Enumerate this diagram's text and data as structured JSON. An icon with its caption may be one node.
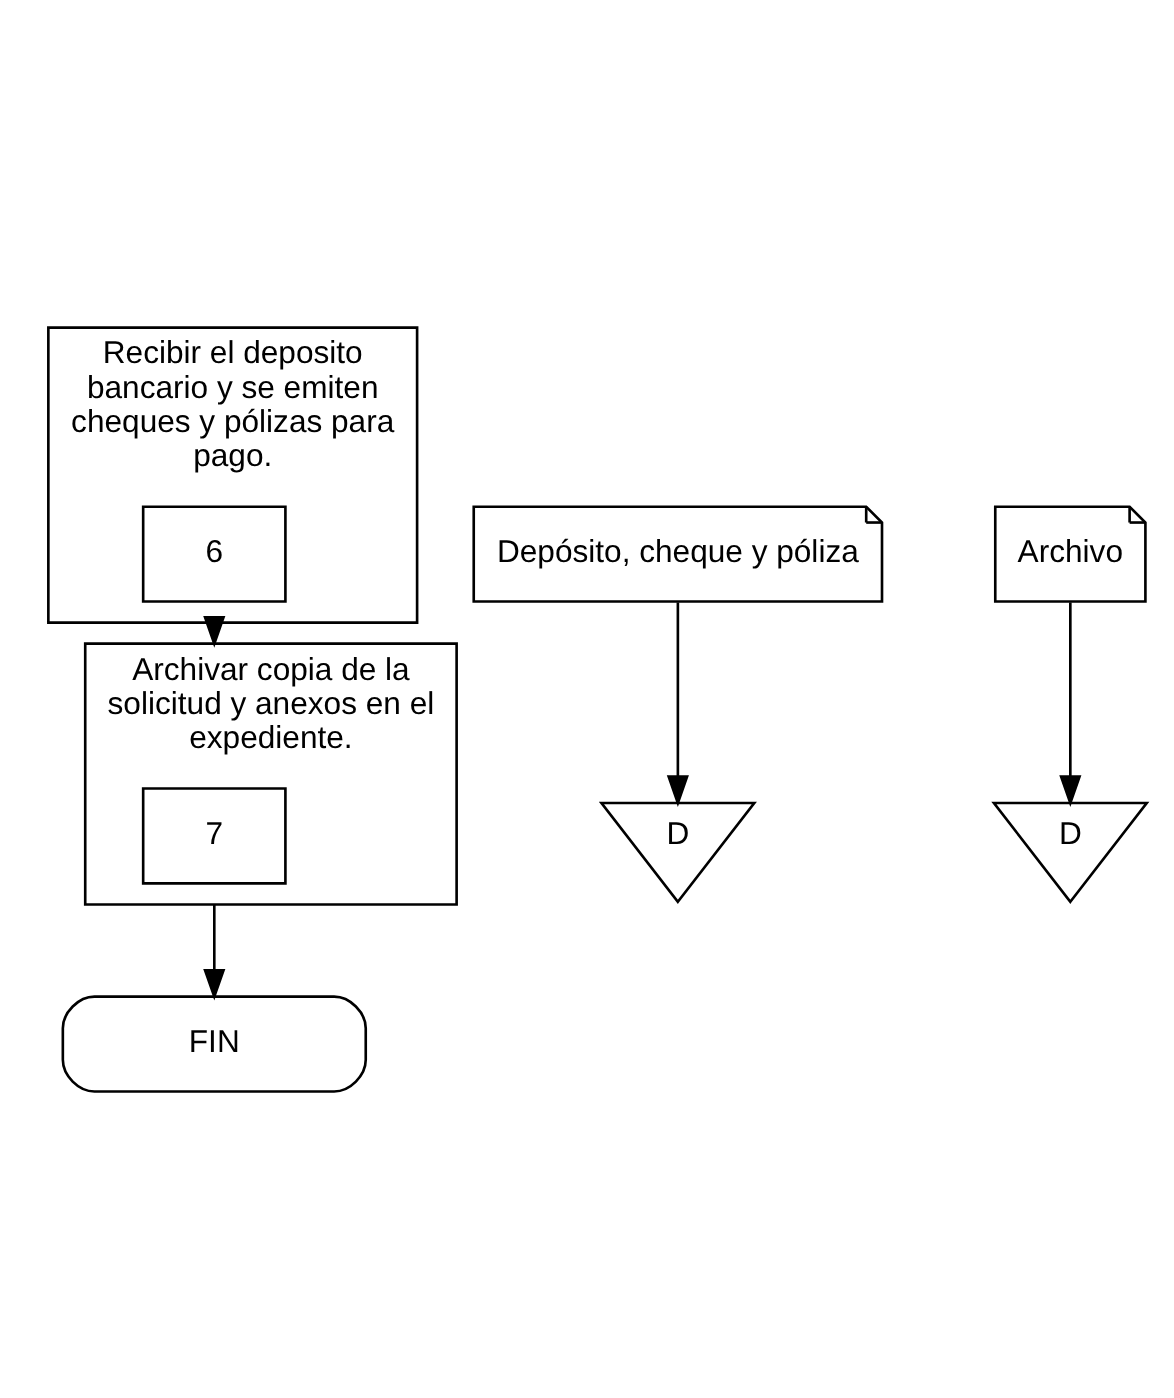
{
  "diagram": {
    "nodes": [
      {
        "text": [
          "Recibir el deposito bancario y se emiten cheques y pólizas para pago."
        ]
      },
      {
        "text": [
          "6"
        ],
        "in": 0
      },
      {
        "text": [
          "Depósito, cheque y póliza"
        ]
      },
      {
        "text": [
          "D"
        ]
      },
      {
        "text": [
          "Archivar copia de la solicitud y anexos en el expediente."
        ]
      },
      {
        "text": [
          "7"
        ],
        "in": 4
      },
      {
        "text": [
          "Archivo"
        ]
      },
      {
        "text": [
          "D"
        ]
      },
      {
        "text": [
          "FIN"
        ]
      }
    ],
    "edges": [
      {
        "from": 0,
        "to": 4,
        "arrow": "to"
      },
      {
        "from": 2,
        "to": 3,
        "arrow": "to"
      },
      {
        "from": 4,
        "to": 8,
        "arrow": "to"
      },
      {
        "from": 6,
        "to": 7,
        "arrow": "to"
      }
    ]
  }
}
